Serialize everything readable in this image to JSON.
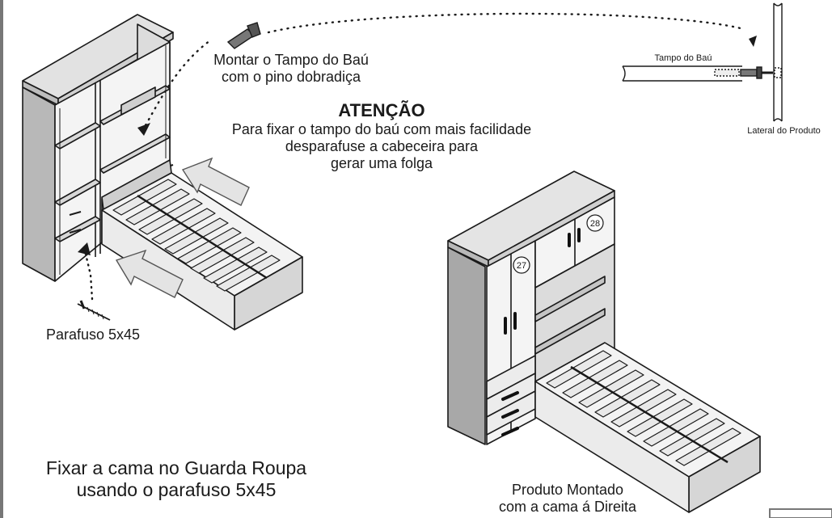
{
  "labels": {
    "hinge_pin_line1": "Montar o Tampo do Baú",
    "hinge_pin_line2": "com o pino dobradiça",
    "atencao_title": "ATENÇÃO",
    "atencao_line1": "Para fixar o tampo do baú com mais facilidade",
    "atencao_line2": "desparafuse a cabeceira para",
    "atencao_line3": "gerar uma folga",
    "lid_label": "Tampo do Baú",
    "side_label": "Lateral do Produto",
    "screw_label": "Parafuso 5x45",
    "instruction_line1": "Fixar a cama no Guarda Roupa",
    "instruction_line2": "usando o parafuso 5x45",
    "result_line1": "Produto Montado",
    "result_line2": "com a cama á Direita"
  },
  "parts": {
    "door_left": "27",
    "door_top": "28"
  },
  "colors": {
    "line": "#1a1a1a",
    "panel_light": "#f2f2f2",
    "panel_mid": "#d4d4d4",
    "panel_dark": "#a8a8a8",
    "arrow_fill": "#e6e6e6"
  }
}
